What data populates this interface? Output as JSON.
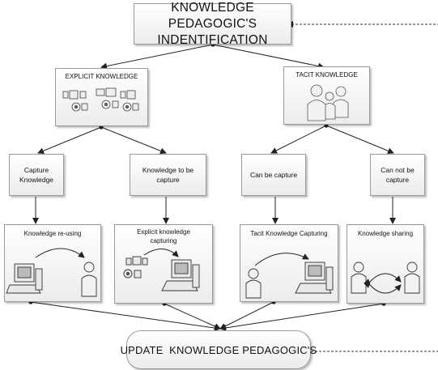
{
  "top": {
    "title_line1": "KNOWLEDGE PEDAGOGIC'S",
    "title_line2": "INDENTIFICATION"
  },
  "explicit": {
    "title": "EXPLICIT KNOWLEDGE"
  },
  "tacit": {
    "title": "TACIT KNOWLEDGE"
  },
  "level2": {
    "capture_knowledge": [
      "Capture",
      "Knowledge"
    ],
    "knowledge_to_be_capture": [
      "Knowledge to be",
      "capture"
    ],
    "can_be_capture": "Can be capture",
    "can_not_be_capture": [
      "Can not be",
      "capture"
    ]
  },
  "level3": {
    "reusing": "Knowledge re-using",
    "explicit_capturing": [
      "Explicit knowledge",
      "capturing"
    ],
    "tacit_capturing": "Tacit Knowledge Capturing",
    "sharing": "Knowledge sharing"
  },
  "bottom": {
    "update": "UPDATE  KNOWLEDGE PEDAGOGIC'S"
  }
}
